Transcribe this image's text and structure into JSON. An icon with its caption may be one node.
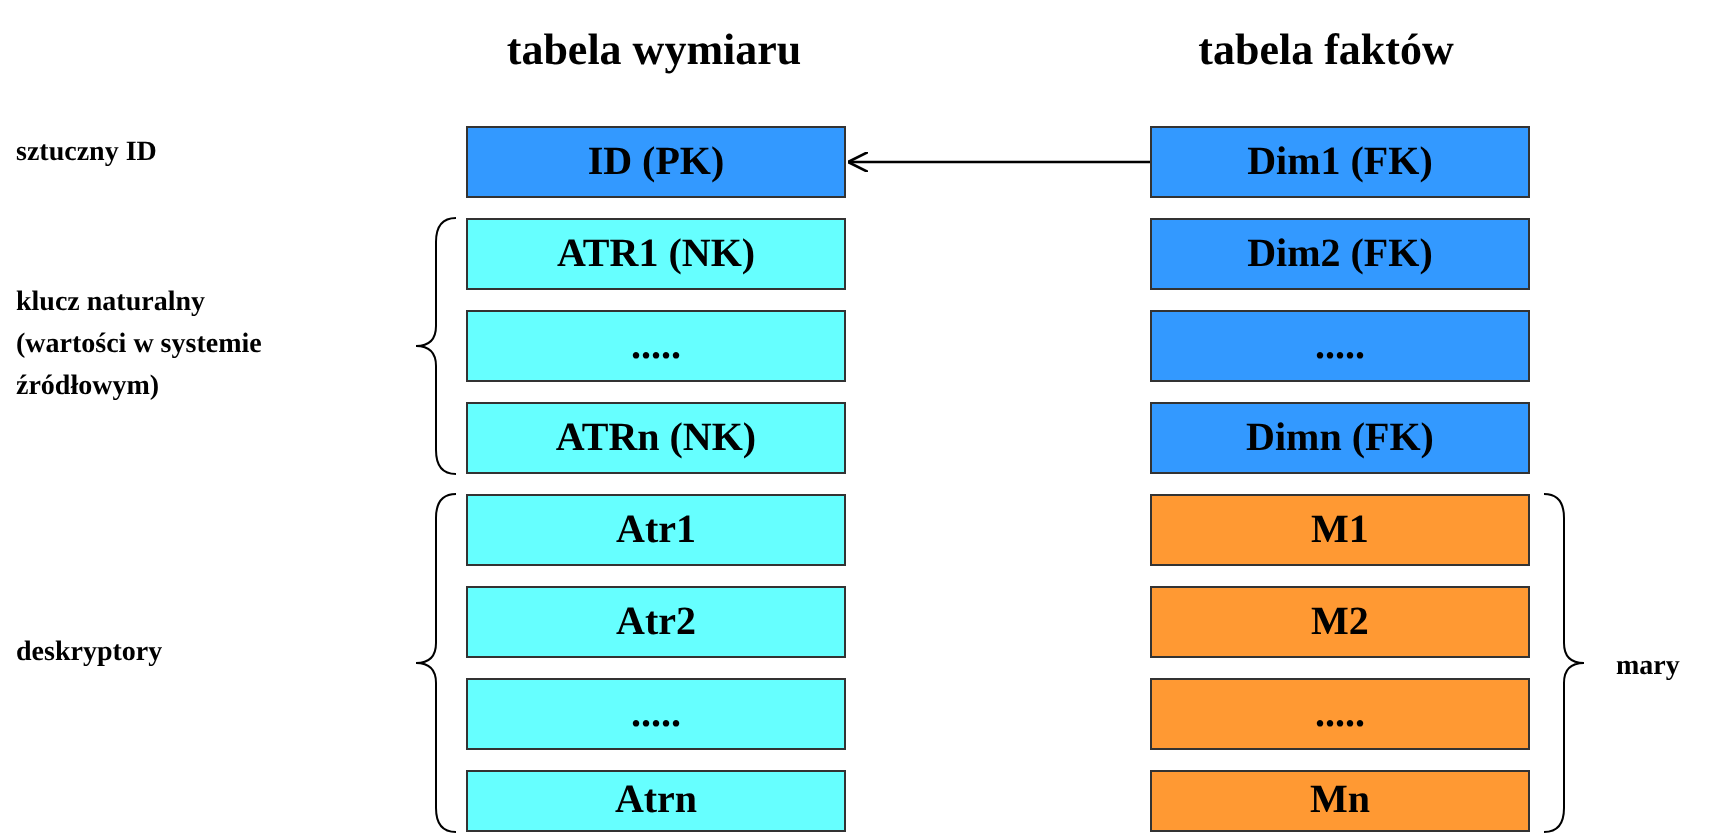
{
  "diagram": {
    "nodes": [
      {
        "text": [
          "ID (PK)"
        ]
      },
      {
        "text": [
          "ATR1 (NK)"
        ]
      },
      {
        "text": [
          "....."
        ]
      },
      {
        "text": [
          "ATRn (NK)"
        ]
      },
      {
        "text": [
          "Atr1"
        ]
      },
      {
        "text": [
          "Atr2"
        ]
      },
      {
        "text": [
          "....."
        ]
      },
      {
        "text": [
          "Atrn"
        ]
      },
      {
        "text": [
          "Dim1 (FK)"
        ]
      },
      {
        "text": [
          "Dim2 (FK)"
        ]
      },
      {
        "text": [
          "....."
        ]
      },
      {
        "text": [
          "Dimn (FK)"
        ]
      },
      {
        "text": [
          "M1"
        ]
      },
      {
        "text": [
          "M2"
        ]
      },
      {
        "text": [
          "....."
        ]
      },
      {
        "text": [
          "Mn"
        ]
      }
    ],
    "edges": [
      {
        "from": 8,
        "to": 0,
        "arrow": "to"
      }
    ],
    "labels": [
      "tabela wymiaru",
      "tabela faktów",
      "sztuczny ID",
      "klucz naturalny (wartości w systemie źródłowym)",
      "deskryptory",
      "mary"
    ]
  }
}
